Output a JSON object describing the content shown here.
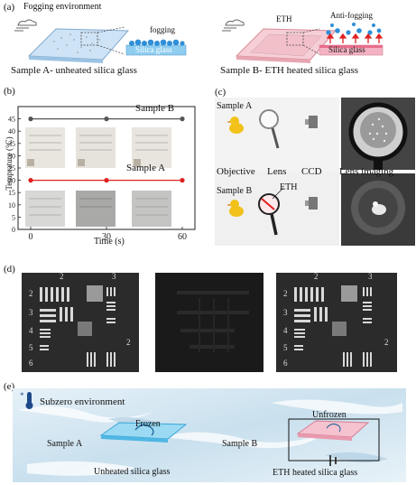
{
  "panel_a": {
    "label": "(a)",
    "heading": "Fogging environment",
    "left_tag": "fogging",
    "left_glass": "Silica glass",
    "left_caption": "Sample A- unheated silica glass",
    "right_eth": "ETH",
    "right_tag": "Anti-fogging",
    "right_glass": "Silica glass",
    "right_caption": "Sample B- ETH heated silica glass"
  },
  "panel_b": {
    "label": "(b)",
    "sample_b": "Sample B",
    "sample_a": "Sample A"
  },
  "panel_c": {
    "label": "(c)",
    "row1_sample": "Sample A",
    "row2_sample": "Sample B",
    "eth": "ETH",
    "captions": [
      "Objective",
      "Lens",
      "CCD",
      "Lens imaging"
    ]
  },
  "panel_d": {
    "label": "(d)",
    "target_numbers": [
      "2",
      "3",
      "2",
      "3",
      "4",
      "5",
      "6",
      "2"
    ]
  },
  "panel_e": {
    "label": "(e)",
    "heading": "Subzero environment",
    "frozen": "Frozen",
    "unfrozen": "Unfrozen",
    "sample_a": "Sample A",
    "sample_b": "Sample B",
    "caption_a": "Unheated silica glass",
    "caption_b": "ETH heated silica glass"
  },
  "chart_data": {
    "type": "scatter",
    "title": "",
    "xlabel": "Time (s)",
    "ylabel": "Temprature (°C)",
    "xlim": [
      -5,
      65
    ],
    "ylim": [
      0,
      50
    ],
    "xticks": [
      0,
      30,
      60
    ],
    "yticks": [
      0,
      5,
      10,
      15,
      20,
      25,
      30,
      35,
      40,
      45
    ],
    "grid": false,
    "series": [
      {
        "name": "Sample B",
        "color": "#555555",
        "x": [
          0,
          30,
          60
        ],
        "y": [
          45,
          45,
          45
        ]
      },
      {
        "name": "Sample A",
        "color": "#e02020",
        "x": [
          0,
          30,
          60
        ],
        "y": [
          20,
          20,
          20
        ]
      }
    ]
  }
}
